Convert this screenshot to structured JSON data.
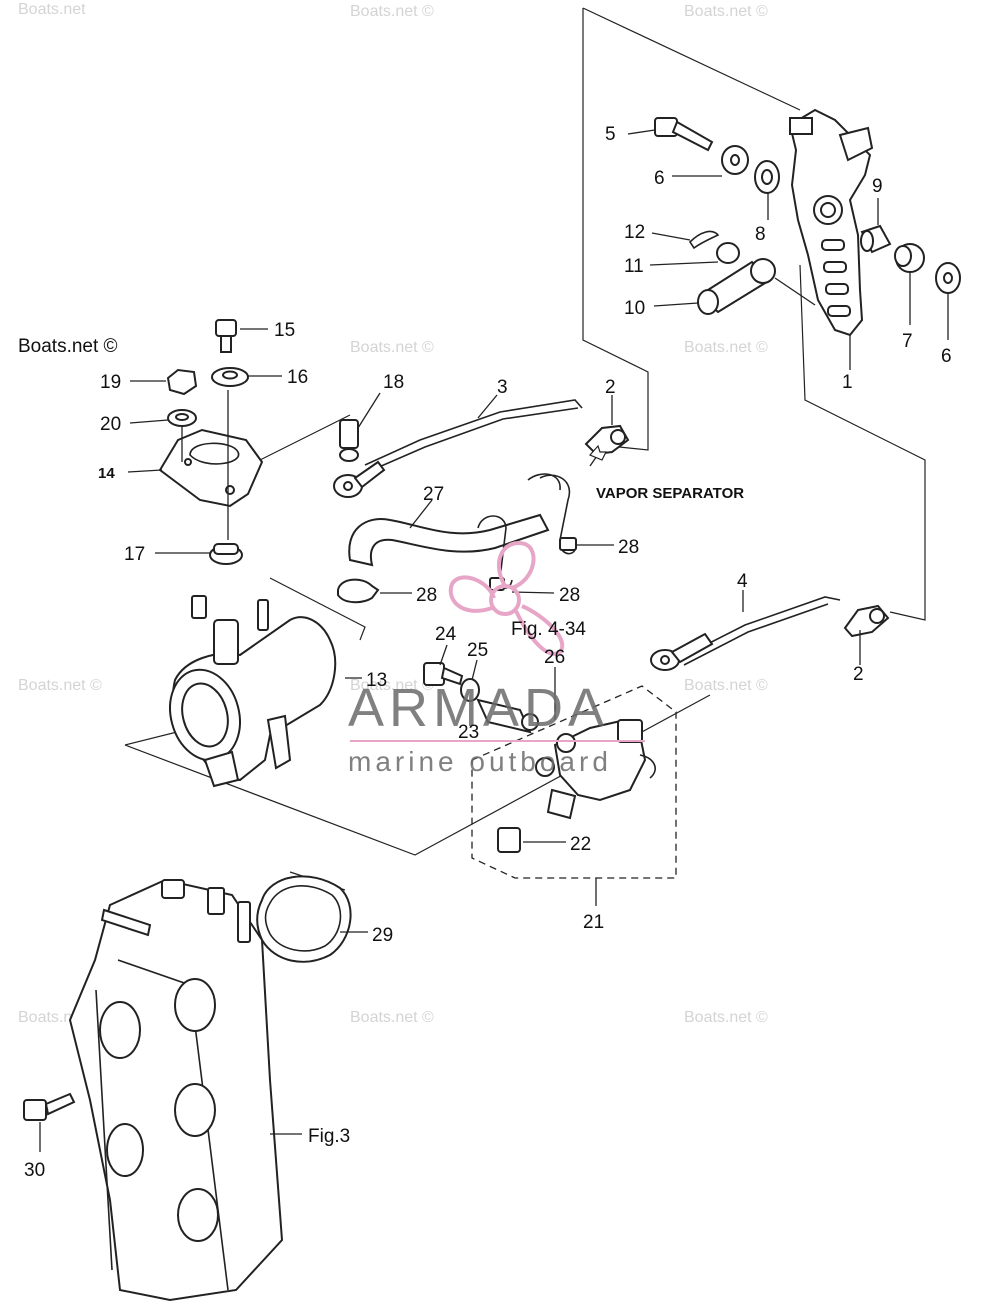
{
  "watermarks": {
    "top_left": "Boats.net",
    "top_mid": "Boats.net ©",
    "top_right": "Boats.net ©",
    "left_main": "Boats.net ©",
    "mid_upper": "Boats.net ©",
    "right_upper": "Boats.net ©",
    "left_mid": "Boats.net ©",
    "center_mid": "Boats.net ©",
    "right_mid": "Boats.net ©",
    "left_lower": "Boats.net ©",
    "center_lower": "Boats.net ©",
    "right_lower": "Boats.net ©"
  },
  "brand": {
    "name": "ARMADA",
    "tagline": "marine outboard",
    "accent_color": "#e7a6c8",
    "text_color": "#6b6b6b"
  },
  "labels": {
    "p1": "1",
    "p2a": "2",
    "p2b": "2",
    "p3": "3",
    "p4": "4",
    "p5": "5",
    "p6a": "6",
    "p6b": "6",
    "p7": "7",
    "p8": "8",
    "p9": "9",
    "p10": "10",
    "p11": "11",
    "p12": "12",
    "p13": "13",
    "p14": "14",
    "p15": "15",
    "p16": "16",
    "p17": "17",
    "p18": "18",
    "p19": "19",
    "p20": "20",
    "p21": "21",
    "p22": "22",
    "p23": "23",
    "p24": "24",
    "p25": "25",
    "p26": "26",
    "p27": "27",
    "p28a": "28",
    "p28b": "28",
    "p28c": "28",
    "p29": "29",
    "p30": "30"
  },
  "annotations": {
    "vapor_separator": "VAPOR SEPARATOR",
    "fig_4_34": "Fig. 4-34",
    "fig_3": "Fig.3"
  }
}
